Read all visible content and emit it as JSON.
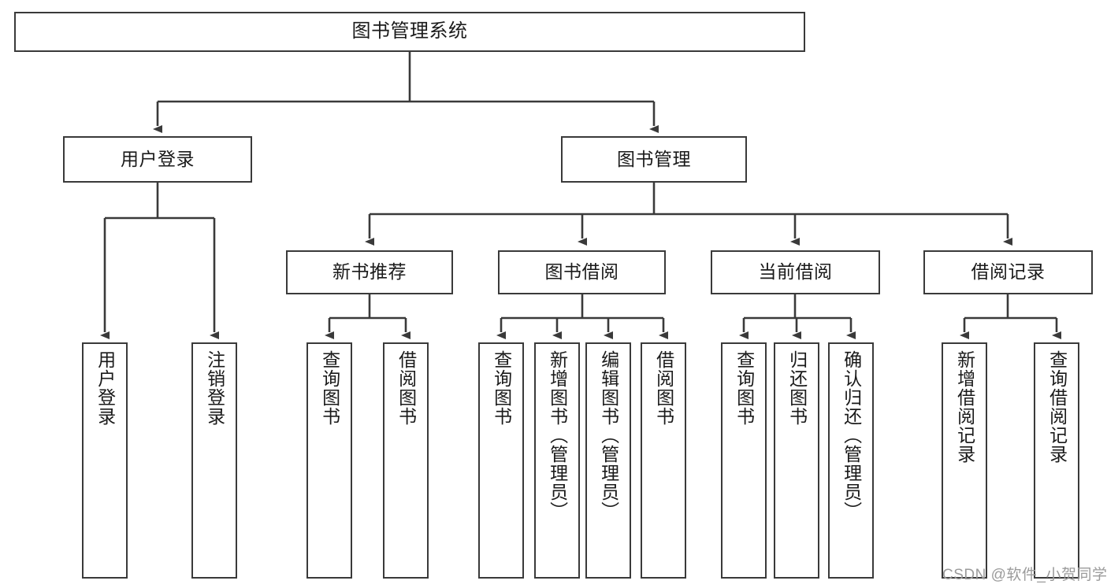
{
  "diagram": {
    "title": "图书管理系统",
    "root": {
      "label": "图书管理系统"
    },
    "level1": [
      {
        "label": "用户登录"
      },
      {
        "label": "图书管理"
      }
    ],
    "level2": [
      {
        "label": "新书推荐"
      },
      {
        "label": "图书借阅"
      },
      {
        "label": "当前借阅"
      },
      {
        "label": "借阅记录"
      }
    ],
    "leaves": {
      "user_login": [
        {
          "label": "用户登录"
        },
        {
          "label": "注销登录"
        }
      ],
      "new_book_recommend": [
        {
          "label": "查询图书"
        },
        {
          "label": "借阅图书"
        }
      ],
      "book_borrow": [
        {
          "label": "查询图书"
        },
        {
          "label": "新增图书（管理员）"
        },
        {
          "label": "编辑图书（管理员）"
        },
        {
          "label": "借阅图书"
        }
      ],
      "current_borrow": [
        {
          "label": "查询图书"
        },
        {
          "label": "归还图书"
        },
        {
          "label": "确认归还（管理员）"
        }
      ],
      "borrow_records": [
        {
          "label": "新增借阅记录"
        },
        {
          "label": "查询借阅记录"
        }
      ]
    }
  },
  "watermark": {
    "text": "CSDN @软件_小贺同学"
  },
  "colors": {
    "box_border": "#3a3a3a",
    "connector": "#3a3a3a",
    "background": "#ffffff",
    "text": "#1a1a1a",
    "watermark": "#9b9b9b"
  }
}
